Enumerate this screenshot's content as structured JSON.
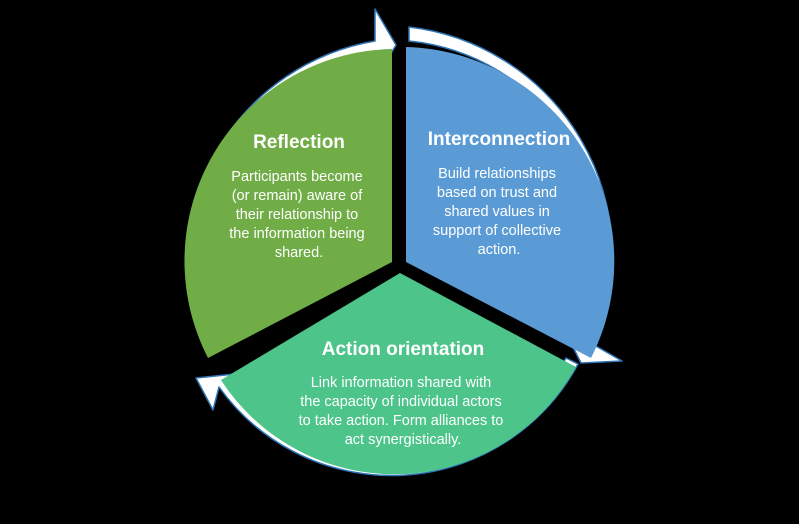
{
  "diagram": {
    "segments": [
      {
        "id": "reflection",
        "title": "Reflection",
        "color": "#70ad47",
        "lines": [
          "Participants become",
          "(or remain) aware of",
          "their relationship to",
          "the information being",
          "shared."
        ]
      },
      {
        "id": "interconnection",
        "title": "Interconnection",
        "color": "#5b9bd5",
        "lines": [
          "Build relationships",
          "based on trust and",
          "shared values in",
          "support of collective",
          "action."
        ]
      },
      {
        "id": "action-orientation",
        "title": "Action orientation",
        "color": "#4cc48a",
        "lines": [
          "Link information shared with",
          "the capacity of individual actors",
          "to take action. Form alliances to",
          "act synergistically."
        ]
      }
    ],
    "arrow_color": "#ffffff",
    "arrow_outline": "#2e75b6",
    "background": "#000000"
  }
}
